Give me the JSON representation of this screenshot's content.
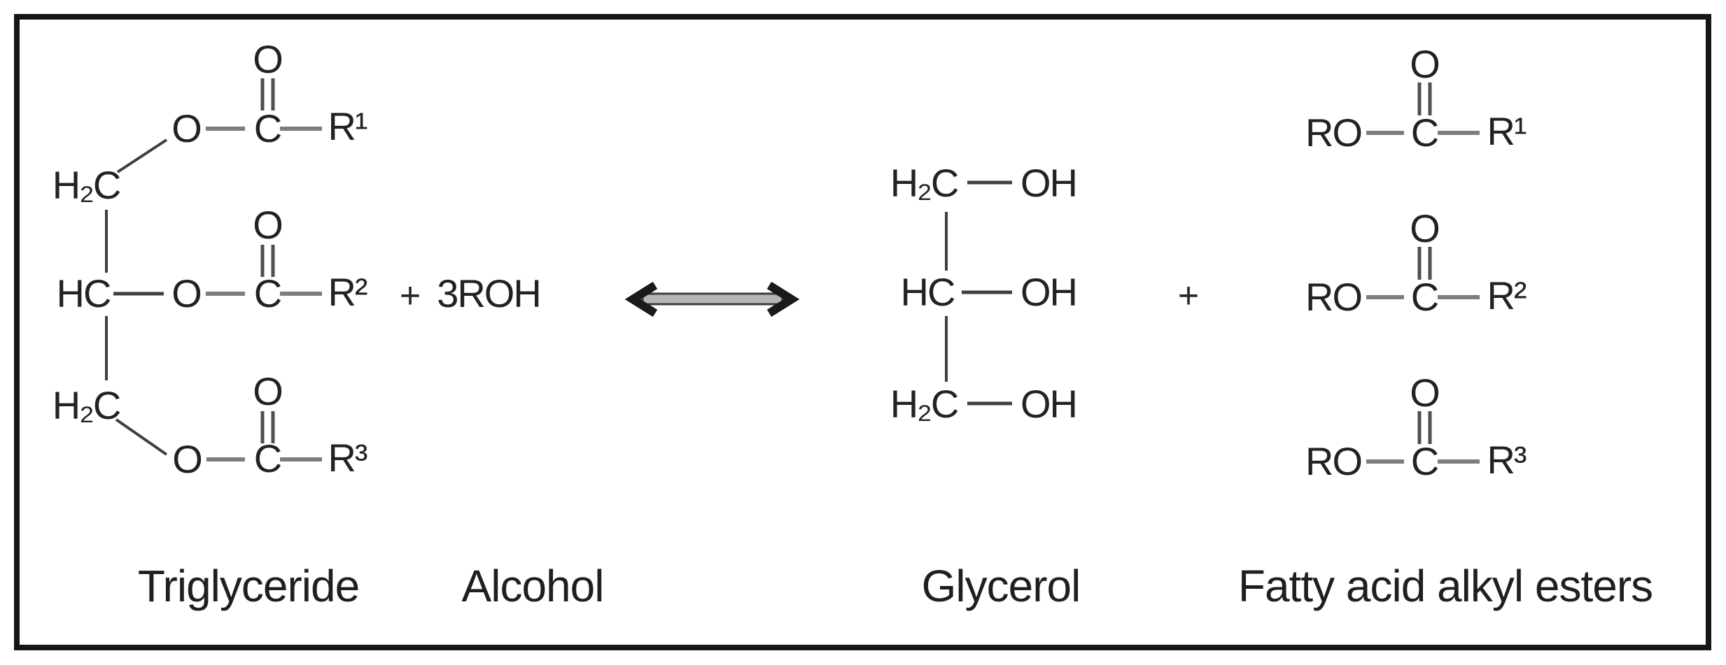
{
  "figure": {
    "type": "chemical-reaction-scheme",
    "description_labels": [
      "Triglyceride",
      "Alcohol",
      "Glycerol",
      "Fatty acid alkyl esters"
    ]
  },
  "reaction": {
    "reactants": {
      "triglyceride": {
        "label": "Triglyceride",
        "backbone": {
          "top": "H₂C",
          "middle": "HC",
          "bottom": "H₂C"
        },
        "esters": [
          {
            "ester_o": "O",
            "carbonyl_o": "O",
            "carbonyl_c": "C",
            "r_group": "R¹"
          },
          {
            "ester_o": "O",
            "carbonyl_o": "O",
            "carbonyl_c": "C",
            "r_group": "R²"
          },
          {
            "ester_o": "O",
            "carbonyl_o": "O",
            "carbonyl_c": "C",
            "r_group": "R³"
          }
        ]
      },
      "plus": "+",
      "alcohol": {
        "formula": "3ROH",
        "label": "Alcohol"
      }
    },
    "arrow": {
      "kind": "equilibrium-double-headed-arrow"
    },
    "products": {
      "glycerol": {
        "label": "Glycerol",
        "rows": [
          {
            "carbon": "H₂C",
            "hydroxyl": "OH"
          },
          {
            "carbon": "HC",
            "hydroxyl": "OH"
          },
          {
            "carbon": "H₂C",
            "hydroxyl": "OH"
          }
        ]
      },
      "plus": "+",
      "fatty_esters": {
        "label": "Fatty acid alkyl esters",
        "rows": [
          {
            "ro": "RO",
            "carbonyl_o": "O",
            "carbonyl_c": "C",
            "r_group": "R¹"
          },
          {
            "ro": "RO",
            "carbonyl_o": "O",
            "carbonyl_c": "C",
            "r_group": "R²"
          },
          {
            "ro": "RO",
            "carbonyl_o": "O",
            "carbonyl_c": "C",
            "r_group": "R³"
          }
        ]
      }
    }
  },
  "colors": {
    "text": "#1f1f1f",
    "bond_light": "#7d7d7d",
    "bond_dark": "#3f3f3f",
    "double_bond": "#4f4f4f",
    "border": "#161616",
    "arrow_head": "#1a1a1a",
    "arrow_shaft_fill": "#b5b5b5",
    "arrow_shaft_stroke": "#3c3c3c"
  }
}
